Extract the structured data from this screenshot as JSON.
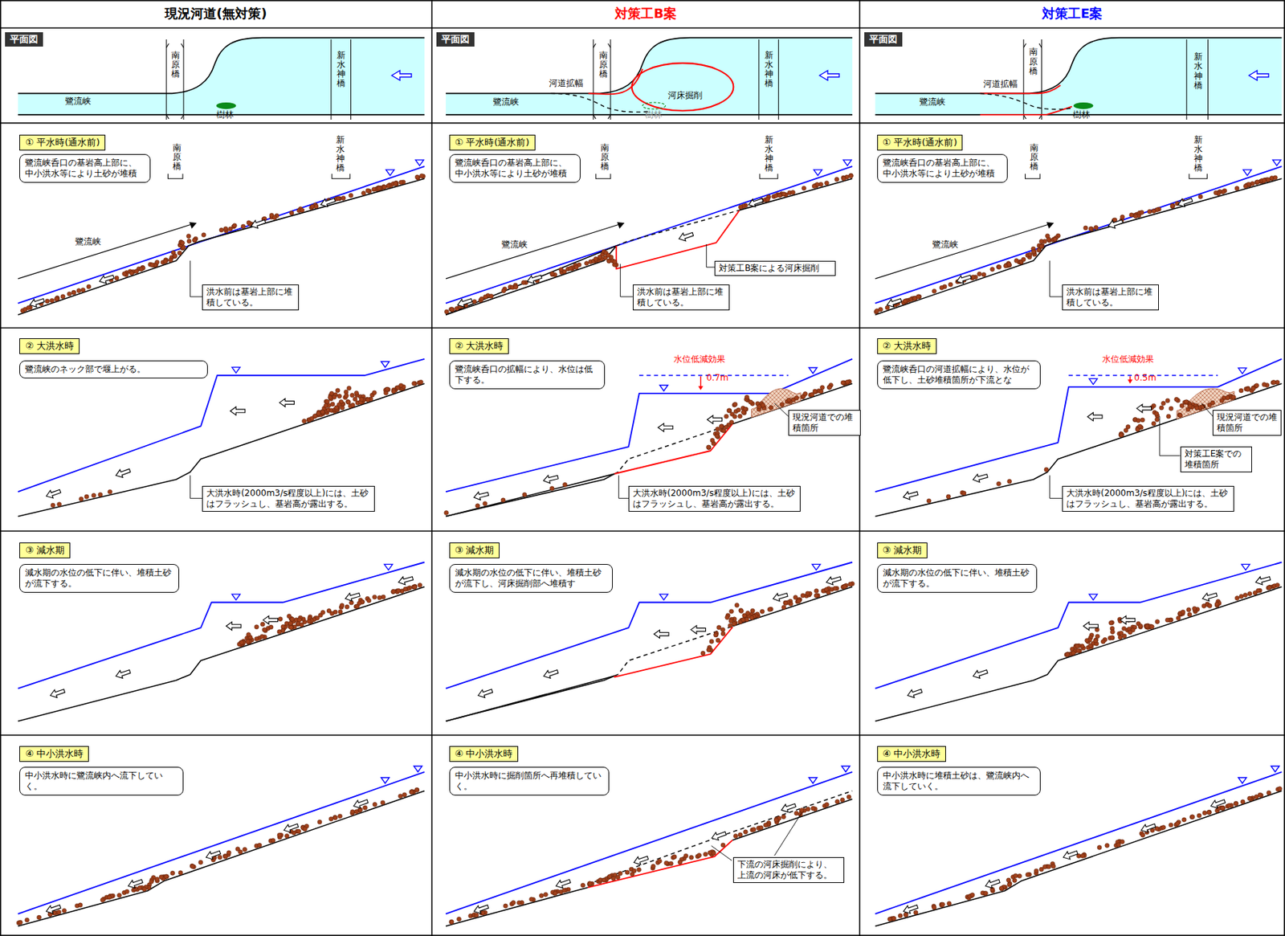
{
  "diagram": {
    "nodes": [
      {
        "text": [
          "現況河道(無対策)"
        ]
      },
      {
        "text": [
          "対策工B案"
        ]
      },
      {
        "text": [
          "対策工E案"
        ]
      },
      {
        "text": [
          "平面図"
        ]
      },
      {
        "text": [
          "平面図"
        ]
      },
      {
        "text": [
          "平面図"
        ]
      },
      {
        "text": [
          "① 平水時(通水前)"
        ]
      },
      {
        "text": [
          "鷺流峡呑口の基岩高上部に、中小洪水等により土砂が堆積"
        ]
      },
      {
        "text": [
          "洪水前は基岩上部に堆積している。"
        ]
      },
      {
        "text": [
          "① 平水時(通水前)"
        ]
      },
      {
        "text": [
          "鷺流峡呑口の基岩高上部に、中小洪水等により土砂が堆積"
        ]
      },
      {
        "text": [
          "対策工B案による河床掘削"
        ]
      },
      {
        "text": [
          "洪水前は基岩上部に堆積している。"
        ]
      },
      {
        "text": [
          "① 平水時(通水前)"
        ]
      },
      {
        "text": [
          "鷺流峡呑口の基岩高上部に、中小洪水等により土砂が堆積"
        ]
      },
      {
        "text": [
          "洪水前は基岩上部に堆積している。"
        ]
      },
      {
        "text": [
          "② 大洪水時"
        ]
      },
      {
        "text": [
          "鷺流峡のネック部で堰上がる。"
        ]
      },
      {
        "text": [
          "大洪水時(2000m3/s程度以上)には、土砂はフラッシュし、基岩高が露出する。"
        ]
      },
      {
        "text": [
          "② 大洪水時"
        ]
      },
      {
        "text": [
          "鷺流峡呑口の拡幅により、水位は低下する。"
        ]
      },
      {
        "text": [
          "現況河道での堆積箇所"
        ]
      },
      {
        "text": [
          "大洪水時(2000m3/s程度以上)には、土砂はフラッシュし、基岩高が露出する。"
        ]
      },
      {
        "text": [
          "② 大洪水時"
        ]
      },
      {
        "text": [
          "鷺流峡呑口の河道拡幅により、水位が低下し、土砂堆積箇所が下流とな"
        ]
      },
      {
        "text": [
          "現況河道での堆積箇所"
        ]
      },
      {
        "text": [
          "対策工E案での堆積箇所"
        ]
      },
      {
        "text": [
          "大洪水時(2000m3/s程度以上)には、土砂はフラッシュし、基岩高が露出する。"
        ]
      },
      {
        "text": [
          "③ 減水期"
        ]
      },
      {
        "text": [
          "減水期の水位の低下に伴い、堆積土砂が流下する。"
        ]
      },
      {
        "text": [
          "③ 減水期"
        ]
      },
      {
        "text": [
          "減水期の水位の低下に伴い、堆積土砂が流下し、河床掘削部へ堆積す"
        ]
      },
      {
        "text": [
          "③ 減水期"
        ]
      },
      {
        "text": [
          "減水期の水位の低下に伴い、堆積土砂が流下する。"
        ]
      },
      {
        "text": [
          "④ 中小洪水時"
        ]
      },
      {
        "text": [
          "中小洪水時に鷺流峡内へ流下していく。"
        ]
      },
      {
        "text": [
          "④ 中小洪水時"
        ]
      },
      {
        "text": [
          "中小洪水時に掘削箇所へ再堆積していく。"
        ]
      },
      {
        "text": [
          "下流の河床掘削により、上流の河床が低下する。"
        ]
      },
      {
        "text": [
          "④ 中小洪水時"
        ]
      },
      {
        "text": [
          "中小洪水時に堆積土砂は、鷺流峡内へ流下していく。"
        ]
      }
    ],
    "labels": [
      "南原橋",
      "新水神橋",
      "鷺流峡",
      "樹林",
      "南原橋",
      "新水神橋",
      "河道拡幅",
      "河床掘削",
      "鷺流峡",
      "樹林",
      "南原橋",
      "新水神橋",
      "河道拡幅",
      "鷺流峡",
      "樹林",
      "南原橋",
      "新水神橋",
      "鷺流峡",
      "南原橋",
      "新水神橋",
      "鷺流峡",
      "南原橋",
      "新水神橋",
      "鷺流峡",
      "水位低減効果",
      "0.7m",
      "水位低減効果",
      "0.5m"
    ]
  }
}
